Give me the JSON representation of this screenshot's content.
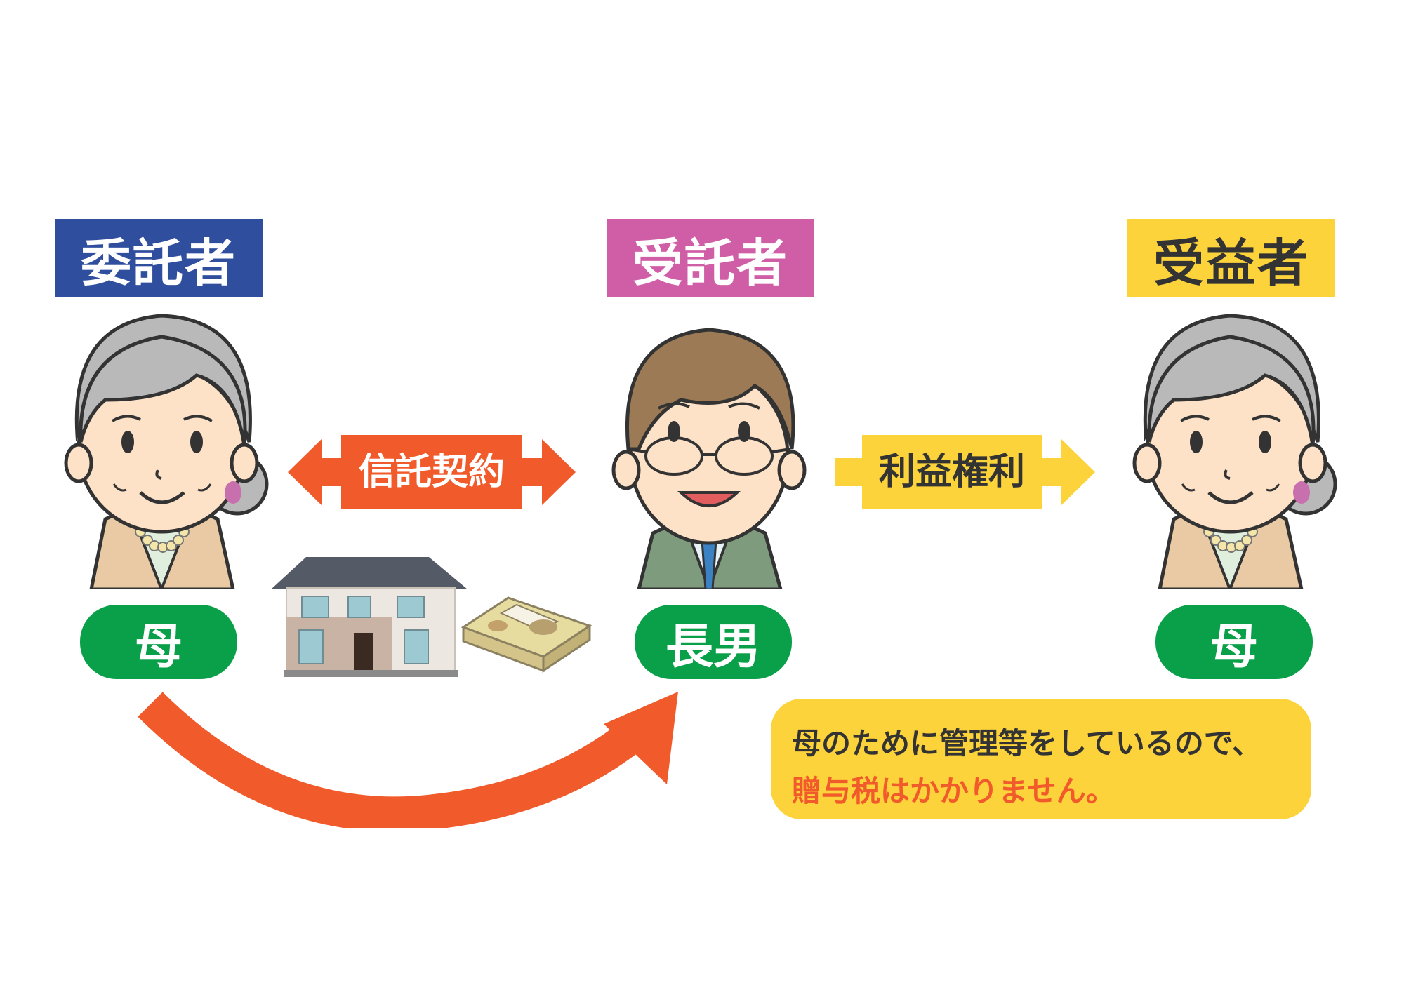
{
  "roles": {
    "settlor": {
      "label": "委託者",
      "color": "#2f4f9e",
      "text_color": "#ffffff"
    },
    "trustee": {
      "label": "受託者",
      "color": "#d05ea6",
      "text_color": "#ffffff"
    },
    "beneficiary": {
      "label": "受益者",
      "color": "#fcd33b",
      "text_color": "#333333"
    }
  },
  "people": {
    "settlor": {
      "name": "母",
      "icon": "elderly-woman-icon"
    },
    "trustee": {
      "name": "長男",
      "icon": "man-with-glasses-icon"
    },
    "beneficiary": {
      "name": "母",
      "icon": "elderly-woman-icon"
    }
  },
  "arrows": {
    "contract": {
      "label": "信託契約",
      "color": "#f15a2a"
    },
    "benefit": {
      "label": "利益権利",
      "color": "#fcd33b"
    },
    "transfer": {
      "color": "#f15a2a"
    }
  },
  "assets": {
    "house_icon": "house-icon",
    "money_icon": "money-bundle-icon"
  },
  "note": {
    "line1": "母のために管理等をしているので、",
    "line2": "贈与税はかかりません。"
  },
  "colors": {
    "pill_green": "#0aa04a"
  }
}
